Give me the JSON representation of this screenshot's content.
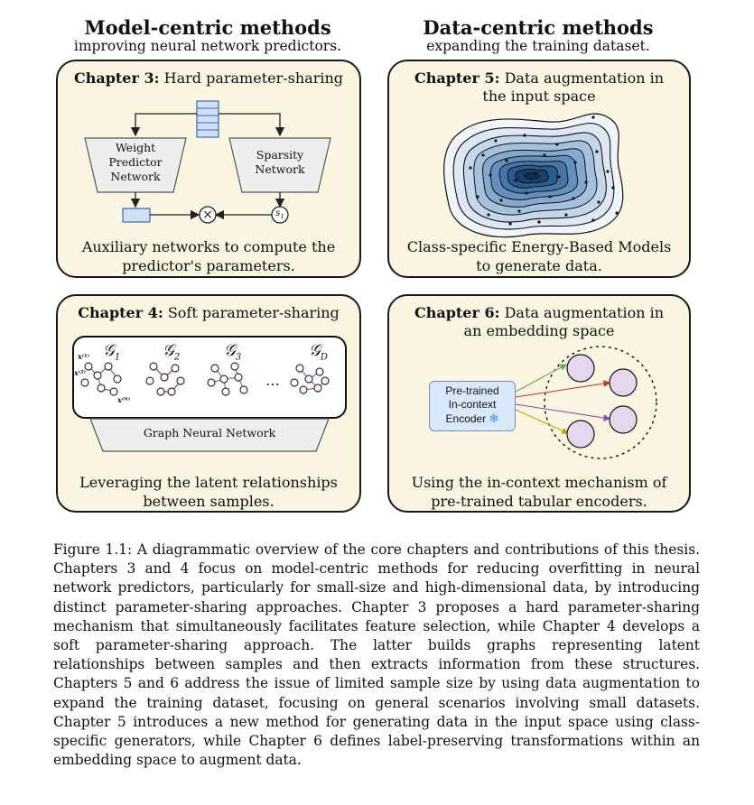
{
  "left_column": {
    "heading": "Model-centric methods",
    "subheading": "improving neural network predictors."
  },
  "right_column": {
    "heading": "Data-centric methods",
    "subheading": "expanding the training dataset."
  },
  "panels": {
    "ch3": {
      "chapter": "Chapter 3:",
      "title": "Hard parameter-sharing",
      "weight_net": [
        "Weight",
        "Predictor",
        "Network"
      ],
      "sparsity_net": [
        "Sparsity",
        "Network"
      ],
      "s_label": "s",
      "s_sub": "1",
      "times_symbol": "×",
      "caption_line1": "Auxiliary networks to compute the",
      "caption_line2": "predictor's parameters."
    },
    "ch4": {
      "chapter": "Chapter 4:",
      "title": "Soft parameter-sharing",
      "graphs": [
        "𝒢",
        "𝒢",
        "𝒢",
        "𝒢"
      ],
      "graph_subs": [
        "1",
        "2",
        "3",
        "D"
      ],
      "x1": "x⁽¹⁾",
      "x2": "x⁽²⁾",
      "xN": "x⁽ᴺ⁾",
      "ellipsis": "…",
      "gnn_label": "Graph Neural Network",
      "caption_line1": "Leveraging the latent relationships",
      "caption_line2": "between samples."
    },
    "ch5": {
      "chapter": "Chapter 5:",
      "title_line1": "Data augmentation in",
      "title_line2": "the input space",
      "caption_line1": "Class-specific Energy-Based Models",
      "caption_line2": "to generate data."
    },
    "ch6": {
      "chapter": "Chapter 6:",
      "title_line1": "Data augmentation in",
      "title_line2": "an embedding space",
      "encoder_lines": [
        "Pre-trained",
        "In-context",
        "Encoder"
      ],
      "snowflake": "❄",
      "caption_line1": "Using the in-context mechanism of",
      "caption_line2": "pre-trained tabular encoders."
    }
  },
  "figure_caption": "Figure 1.1: A diagrammatic overview of the core chapters and contributions of this thesis. Chapters 3 and 4 focus on model-centric methods for reducing overfitting in neural network predictors, particularly for small-size and high-dimensional data, by introducing distinct parameter-sharing approaches. Chapter 3 proposes a hard parameter-sharing mechanism that simultaneously facilitates feature selection, while Chapter 4 develops a soft parameter-sharing approach. The latter builds graphs representing latent relationships between samples and then extracts information from these structures. Chapters 5 and 6 address the issue of limited sample size by using data augmentation to expand the training dataset, focusing on general scenarios involving small datasets. Chapter 5 introduces a new method for generating data in the input space using class-specific generators, while Chapter 6 defines label-preserving transformations within an embedding space to augment data.",
  "colors": {
    "panel_bg": "#fbf6e2",
    "box_blue": "#cfe0f6",
    "trapezoid_gray": "#eeeeee",
    "lavender_node": "#e6d6ee",
    "energy_dark": "#0b2f57"
  }
}
